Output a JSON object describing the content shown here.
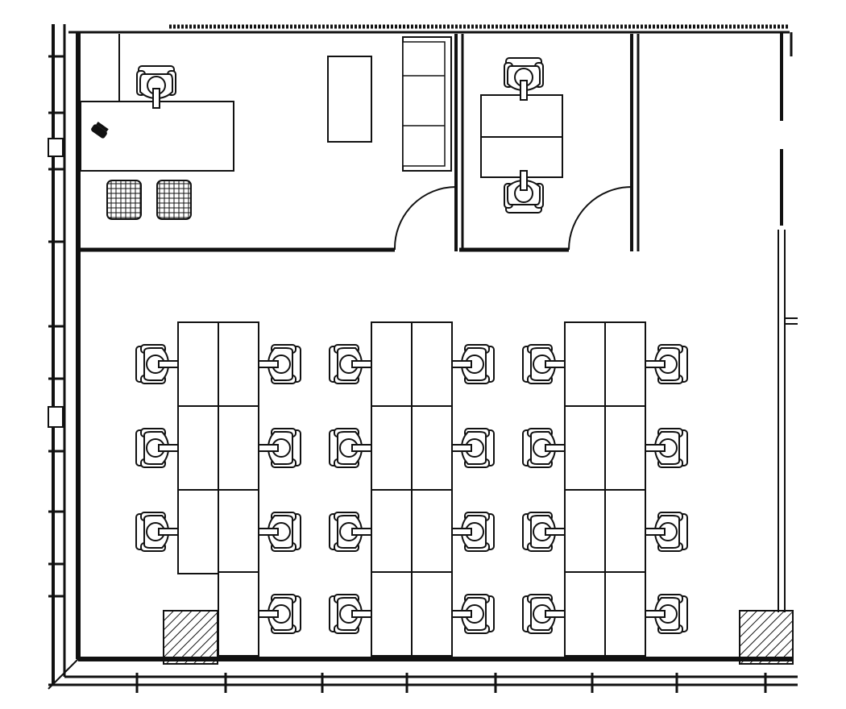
{
  "plan": {
    "line_color": "#111111",
    "background": "#ffffff",
    "wall_hatch": "diagonal",
    "rooms": [
      {
        "name": "private-office",
        "furniture": [
          "desk",
          "desk-chair",
          "guest-chair",
          "guest-chair",
          "sofa",
          "coffee-table",
          "phone"
        ]
      },
      {
        "name": "small-office",
        "furniture": [
          "double-desk",
          "chair",
          "chair"
        ]
      },
      {
        "name": "open-workspace",
        "furniture": [
          "workstation-cluster",
          "workstation-cluster",
          "workstation-cluster"
        ]
      }
    ],
    "open_workspace": {
      "clusters": 3,
      "rows_per_cluster": 4,
      "seats_per_row": 2,
      "missing_seats": [
        [
          0,
          3,
          0
        ]
      ]
    },
    "columns": 2,
    "doors": 2
  }
}
